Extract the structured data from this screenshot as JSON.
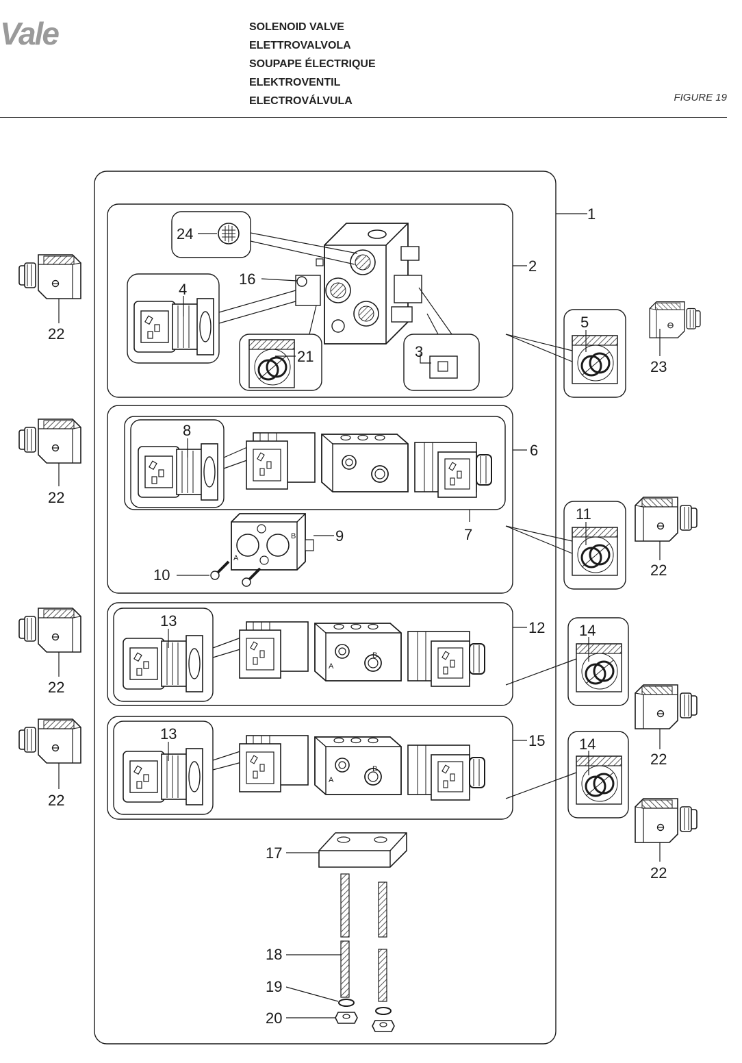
{
  "header": {
    "logo_text": "Vale",
    "titles": [
      "SOLENOID VALVE",
      "ELETTROVALVOLA",
      "SOUPAPE ÉLECTRIQUE",
      "ELEKTROVENTIL",
      "ELECTROVÁLVULA"
    ],
    "figure": "FIGURE 19"
  },
  "callouts": {
    "c1": "1",
    "c2": "2",
    "c3": "3",
    "c4": "4",
    "c5": "5",
    "c6": "6",
    "c7": "7",
    "c8": "8",
    "c9": "9",
    "c10": "10",
    "c11": "11",
    "c12": "12",
    "c13": "13",
    "c14": "14",
    "c15": "15",
    "c16": "16",
    "c17": "17",
    "c18": "18",
    "c19": "19",
    "c20": "20",
    "c21": "21",
    "c22": "22",
    "c23": "23",
    "c24": "24"
  },
  "port_labels": {
    "a": "A",
    "b": "B"
  },
  "colors": {
    "line": "#1a1a1a",
    "hatch": "#555555",
    "fill": "#f4f4f4"
  }
}
